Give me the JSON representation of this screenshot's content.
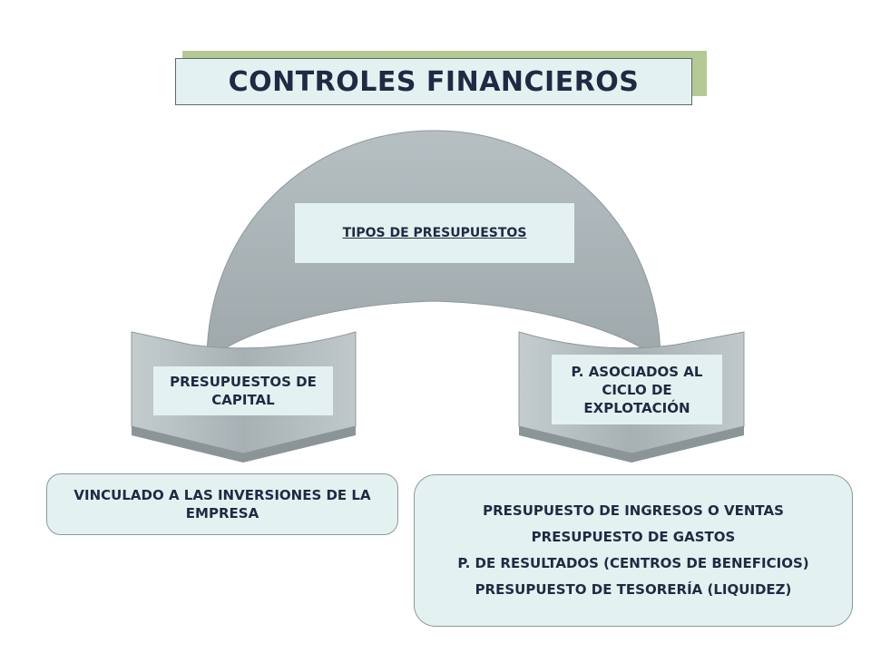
{
  "title": "CONTROLES FINANCIEROS",
  "center": {
    "label": "TIPOS DE PRESUPUESTOS"
  },
  "left_branch": {
    "label": "PRESUPUESTOS DE CAPITAL",
    "detail": "VINCULADO A LAS INVERSIONES DE LA EMPRESA"
  },
  "right_branch": {
    "label": "P. ASOCIADOS AL CICLO DE EXPLOTACIÓN",
    "details": [
      "PRESUPUESTO DE INGRESOS O VENTAS",
      "PRESUPUESTO DE GASTOS",
      "P. DE RESULTADOS (CENTROS DE BENEFICIOS)",
      "PRESUPUESTO DE TESORERÍA (LIQUIDEZ)"
    ]
  },
  "colors": {
    "shape_fill": "#a9b3b6",
    "box_fill": "#e3f2f0",
    "title_shadow": "#b5c995",
    "text": "#1f2a44"
  }
}
